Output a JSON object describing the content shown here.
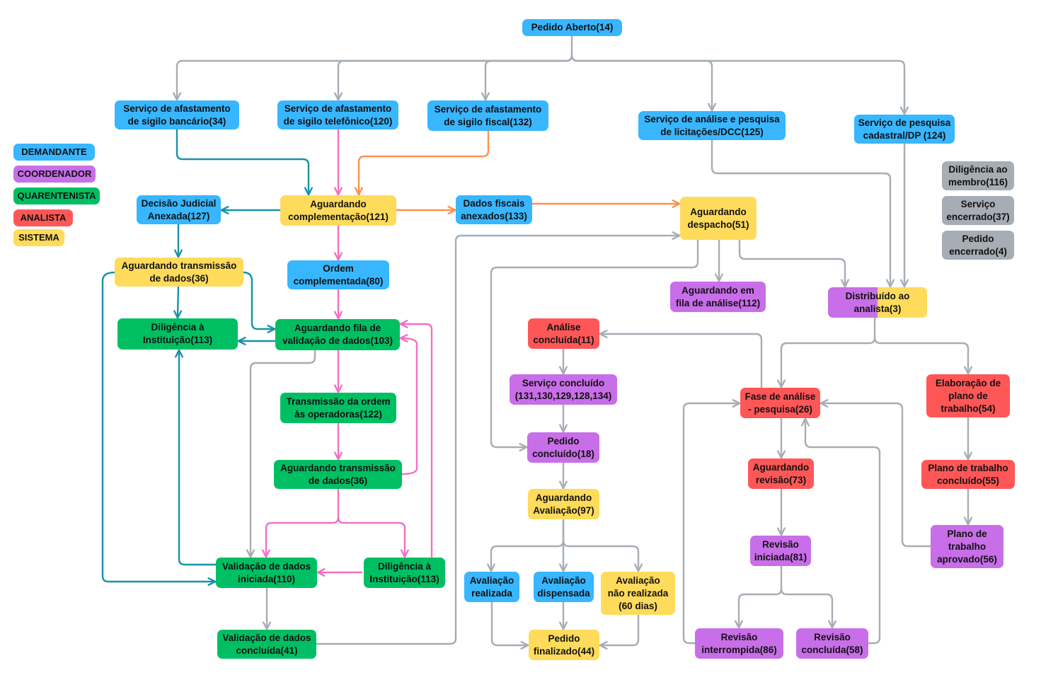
{
  "colors": {
    "demandante": "#38b6ff",
    "coordenador": "#c86ee8",
    "quarentenista": "#00bf63",
    "analista": "#ff5757",
    "sistema": "#ffdb5c",
    "neutral": "#a6adb4",
    "gray_line": "#a6adb4",
    "pink_line": "#f46fc3",
    "teal_line": "#1792a8",
    "orange_line": "#ff914d"
  },
  "legend": [
    {
      "label": "DEMANDANTE",
      "role": "demandante"
    },
    {
      "label": "COORDENADOR",
      "role": "coordenador"
    },
    {
      "label": "QUARENTENISTA",
      "role": "quarentenista"
    },
    {
      "label": "ANALISTA",
      "role": "analista"
    },
    {
      "label": "SISTEMA",
      "role": "sistema"
    }
  ],
  "nodes": {
    "pedido_aberto": {
      "label": "Pedido Aberto(14)",
      "role": "demandante"
    },
    "sigilo_bancario": {
      "label": "Serviço de afastamento\nde sigilo bancário(34)",
      "role": "demandante"
    },
    "sigilo_telefonico": {
      "label": "Serviço de afastamento\nde sigilo telefônico(120)",
      "role": "demandante"
    },
    "sigilo_fiscal": {
      "label": "Serviço de afastamento\nde sigilo fiscal(132)",
      "role": "demandante"
    },
    "licitacoes": {
      "label": "Serviço de análise e pesquisa\nde licitações/DCC(125)",
      "role": "demandante"
    },
    "pesquisa_cadastral": {
      "label": "Serviço de pesquisa\ncadastral/DP (124)",
      "role": "demandante"
    },
    "decisao_judicial": {
      "label": "Decisão Judicial\nAnexada(127)",
      "role": "demandante"
    },
    "aguardando_complementacao": {
      "label": "Aguardando\ncomplementação(121)",
      "role": "sistema"
    },
    "dados_fiscais": {
      "label": "Dados fiscais\nanexados(133)",
      "role": "demandante"
    },
    "aguardando_despacho": {
      "label": "Aguardando\ndespacho(51)",
      "role": "sistema"
    },
    "aguardando_transmissao_top": {
      "label": "Aguardando transmissão\nde dados(36)",
      "role": "sistema"
    },
    "ordem_complementada": {
      "label": "Ordem\ncomplementada(80)",
      "role": "demandante"
    },
    "fila_analise": {
      "label": "Aguardando em\nfila de análise(112)",
      "role": "coordenador"
    },
    "distribuido": {
      "label": "Distribuído ao\nanalista(3)",
      "role": "split"
    },
    "diligencia_left": {
      "label": "Diligência à\nInstituição(113)",
      "role": "quarentenista"
    },
    "fila_validacao": {
      "label": "Aguardando fila de\nvalidação de dados(103)",
      "role": "quarentenista"
    },
    "analise_concluida": {
      "label": "Análise\nconcluída(11)",
      "role": "analista"
    },
    "transmissao_ordem": {
      "label": "Transmissão da ordem\nàs operadoras(122)",
      "role": "quarentenista"
    },
    "servico_concluido": {
      "label": "Serviço concluído\n(131,130,129,128,134)",
      "role": "coordenador"
    },
    "fase_analise": {
      "label": "Fase de análise\n- pesquisa(26)",
      "role": "analista"
    },
    "elaboracao_plano": {
      "label": "Elaboração de\nplano de\ntrabalho(54)",
      "role": "analista"
    },
    "pedido_concluido": {
      "label": "Pedido\nconcluído(18)",
      "role": "coordenador"
    },
    "aguardando_transmissao_mid": {
      "label": "Aguardando transmissão\nde dados(36)",
      "role": "quarentenista"
    },
    "aguardando_revisao": {
      "label": "Aguardando\nrevisão(73)",
      "role": "analista"
    },
    "plano_concluido": {
      "label": "Plano de trabalho\nconcluído(55)",
      "role": "analista"
    },
    "aguardando_avaliacao": {
      "label": "Aguardando\nAvaliação(97)",
      "role": "sistema"
    },
    "plano_aprovado": {
      "label": "Plano de\ntrabalho\naprovado(56)",
      "role": "coordenador"
    },
    "revisao_iniciada": {
      "label": "Revisão\niniciada(81)",
      "role": "coordenador"
    },
    "validacao_iniciada": {
      "label": "Validação de dados\niniciada(110)",
      "role": "quarentenista"
    },
    "diligencia_right": {
      "label": "Diligência à\nInstituição(113)",
      "role": "quarentenista"
    },
    "avaliacao_realizada": {
      "label": "Avaliação\nrealizada",
      "role": "demandante"
    },
    "avaliacao_dispensada": {
      "label": "Avaliação\ndispensada",
      "role": "demandante"
    },
    "avaliacao_nao_realizada": {
      "label": "Avaliação\nnão realizada\n(60 dias)",
      "role": "sistema"
    },
    "validacao_concluida": {
      "label": "Validação de dados\nconcluída(41)",
      "role": "quarentenista"
    },
    "pedido_finalizado": {
      "label": "Pedido\nfinalizado(44)",
      "role": "sistema"
    },
    "revisao_interrompida": {
      "label": "Revisão\ninterrompida(86)",
      "role": "coordenador"
    },
    "revisao_concluida": {
      "label": "Revisão\nconcluída(58)",
      "role": "coordenador"
    },
    "diligencia_membro": {
      "label": "Diligência ao\nmembro(116)",
      "role": "neutral"
    },
    "servico_encerrado": {
      "label": "Serviço\nencerrado(37)",
      "role": "neutral"
    },
    "pedido_encerrado": {
      "label": "Pedido\nencerrado(4)",
      "role": "neutral"
    }
  },
  "edges": [
    {
      "from": "pedido_aberto",
      "to": "sigilo_bancario",
      "color": "gray"
    },
    {
      "from": "pedido_aberto",
      "to": "sigilo_telefonico",
      "color": "gray"
    },
    {
      "from": "pedido_aberto",
      "to": "sigilo_fiscal",
      "color": "gray"
    },
    {
      "from": "pedido_aberto",
      "to": "licitacoes",
      "color": "gray"
    },
    {
      "from": "pedido_aberto",
      "to": "pesquisa_cadastral",
      "color": "gray"
    },
    {
      "from": "sigilo_bancario",
      "to": "aguardando_complementacao",
      "color": "teal"
    },
    {
      "from": "sigilo_telefonico",
      "to": "aguardando_complementacao",
      "color": "pink"
    },
    {
      "from": "sigilo_fiscal",
      "to": "aguardando_complementacao",
      "color": "orange"
    },
    {
      "from": "aguardando_complementacao",
      "to": "decisao_judicial",
      "color": "teal"
    },
    {
      "from": "aguardando_complementacao",
      "to": "dados_fiscais",
      "color": "orange"
    },
    {
      "from": "aguardando_complementacao",
      "to": "ordem_complementada",
      "color": "pink"
    },
    {
      "from": "dados_fiscais",
      "to": "aguardando_despacho",
      "color": "orange"
    },
    {
      "from": "licitacoes",
      "to": "distribuido",
      "color": "gray"
    },
    {
      "from": "pesquisa_cadastral",
      "to": "distribuido",
      "color": "gray"
    },
    {
      "from": "aguardando_despacho",
      "to": "fila_analise",
      "color": "gray"
    },
    {
      "from": "aguardando_despacho",
      "to": "distribuido",
      "color": "gray"
    },
    {
      "from": "aguardando_despacho",
      "to": "pedido_concluido",
      "color": "gray"
    },
    {
      "from": "decisao_judicial",
      "to": "aguardando_transmissao_top",
      "color": "teal"
    },
    {
      "from": "aguardando_transmissao_top",
      "to": "diligencia_left",
      "color": "teal"
    },
    {
      "from": "aguardando_transmissao_top",
      "to": "fila_validacao",
      "color": "teal"
    },
    {
      "from": "aguardando_transmissao_top",
      "to": "validacao_iniciada",
      "color": "teal"
    },
    {
      "from": "ordem_complementada",
      "to": "fila_validacao",
      "color": "pink"
    },
    {
      "from": "fila_validacao",
      "to": "diligencia_left",
      "color": "teal"
    },
    {
      "from": "fila_validacao",
      "to": "transmissao_ordem",
      "color": "pink"
    },
    {
      "from": "fila_validacao",
      "to": "validacao_iniciada",
      "color": "gray"
    },
    {
      "from": "transmissao_ordem",
      "to": "aguardando_transmissao_mid",
      "color": "pink"
    },
    {
      "from": "aguardando_transmissao_mid",
      "to": "fila_validacao",
      "color": "pink"
    },
    {
      "from": "aguardando_transmissao_mid",
      "to": "validacao_iniciada",
      "color": "pink"
    },
    {
      "from": "aguardando_transmissao_mid",
      "to": "diligencia_right",
      "color": "pink"
    },
    {
      "from": "diligencia_right",
      "to": "validacao_iniciada",
      "color": "pink"
    },
    {
      "from": "diligencia_right",
      "to": "fila_validacao",
      "color": "pink"
    },
    {
      "from": "validacao_iniciada",
      "to": "diligencia_left",
      "color": "teal"
    },
    {
      "from": "validacao_iniciada",
      "to": "validacao_concluida",
      "color": "gray"
    },
    {
      "from": "validacao_concluida",
      "to": "aguardando_despacho",
      "color": "gray"
    },
    {
      "from": "analise_concluida",
      "to": "servico_concluido",
      "color": "gray"
    },
    {
      "from": "servico_concluido",
      "to": "pedido_concluido",
      "color": "gray"
    },
    {
      "from": "pedido_concluido",
      "to": "aguardando_avaliacao",
      "color": "gray"
    },
    {
      "from": "aguardando_avaliacao",
      "to": "avaliacao_realizada",
      "color": "gray"
    },
    {
      "from": "aguardando_avaliacao",
      "to": "avaliacao_dispensada",
      "color": "gray"
    },
    {
      "from": "aguardando_avaliacao",
      "to": "avaliacao_nao_realizada",
      "color": "gray"
    },
    {
      "from": "avaliacao_realizada",
      "to": "pedido_finalizado",
      "color": "gray"
    },
    {
      "from": "avaliacao_dispensada",
      "to": "pedido_finalizado",
      "color": "gray"
    },
    {
      "from": "avaliacao_nao_realizada",
      "to": "pedido_finalizado",
      "color": "gray"
    },
    {
      "from": "distribuido",
      "to": "fase_analise",
      "color": "gray"
    },
    {
      "from": "distribuido",
      "to": "elaboracao_plano",
      "color": "gray"
    },
    {
      "from": "fase_analise",
      "to": "analise_concluida",
      "color": "gray"
    },
    {
      "from": "fase_analise",
      "to": "aguardando_revisao",
      "color": "gray"
    },
    {
      "from": "aguardando_revisao",
      "to": "revisao_iniciada",
      "color": "gray"
    },
    {
      "from": "revisao_iniciada",
      "to": "revisao_interrompida",
      "color": "gray"
    },
    {
      "from": "revisao_iniciada",
      "to": "revisao_concluida",
      "color": "gray"
    },
    {
      "from": "revisao_interrompida",
      "to": "fase_analise",
      "color": "gray"
    },
    {
      "from": "revisao_concluida",
      "to": "fase_analise",
      "color": "gray"
    },
    {
      "from": "elaboracao_plano",
      "to": "plano_concluido",
      "color": "gray"
    },
    {
      "from": "plano_concluido",
      "to": "plano_aprovado",
      "color": "gray"
    },
    {
      "from": "plano_aprovado",
      "to": "fase_analise",
      "color": "gray"
    }
  ]
}
